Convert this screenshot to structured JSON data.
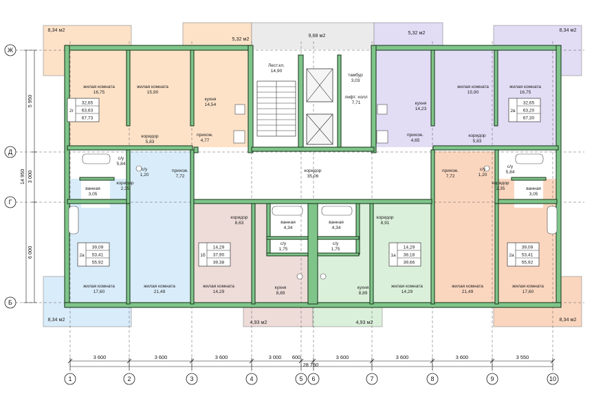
{
  "axes": {
    "letters": [
      "Ж",
      "Д",
      "Г",
      "Б"
    ],
    "numbers": [
      "1",
      "2",
      "3",
      "4",
      "5",
      "6",
      "7",
      "8",
      "9",
      "10"
    ]
  },
  "dimensions": {
    "bottom": [
      "3 600",
      "3 600",
      "3 600",
      "3 000",
      "600",
      "3 600",
      "3 600",
      "3 600",
      "3 550"
    ],
    "total": "28 750",
    "left": [
      "5 950",
      "3 000",
      "6 000"
    ],
    "left_total": "14 950"
  },
  "balconies": {
    "tl": "8,34 м2",
    "tm": "5,32 м2",
    "top_center": "9,68 м2",
    "tr_m": "5,32 м2",
    "tr": "8,34 м2",
    "bl": "8,34 м2",
    "bc1": "4,93 м2",
    "bc2": "4,93 м2",
    "br": "8,34 м2"
  },
  "rooms": [
    {
      "name": "жилая комната",
      "area": "16,75",
      "n": "r1"
    },
    {
      "name": "жилая комната",
      "area": "15,90",
      "n": "r2"
    },
    {
      "name": "кухня",
      "area": "14,54",
      "n": "r3"
    },
    {
      "name": "Лест.кл.",
      "area": "14,90",
      "n": "r4"
    },
    {
      "name": "тамбур",
      "area": "3,03",
      "n": "r5"
    },
    {
      "name": "лифт. холл",
      "area": "7,71",
      "n": "r6"
    },
    {
      "name": "кухня",
      "area": "14,23",
      "n": "r7"
    },
    {
      "name": "жилая комната",
      "area": "15,90",
      "n": "r8"
    },
    {
      "name": "жилая комната",
      "area": "16,75",
      "n": "r9"
    },
    {
      "name": "коридор",
      "area": "5,83",
      "n": "r10"
    },
    {
      "name": "прихож.",
      "area": "4,77",
      "n": "r11"
    },
    {
      "name": "прихож.",
      "area": "4,65",
      "n": "r12"
    },
    {
      "name": "коридор",
      "area": "5,83",
      "n": "r13"
    },
    {
      "name": "с/у",
      "area": "5,84",
      "n": "r14"
    },
    {
      "name": "с/у",
      "area": "1,20",
      "n": "r15"
    },
    {
      "name": "прихож.",
      "area": "7,72",
      "n": "r16"
    },
    {
      "name": "коридор",
      "area": "35,06",
      "n": "r17"
    },
    {
      "name": "прихож.",
      "area": "7,72",
      "n": "r18"
    },
    {
      "name": "с/у",
      "area": "1,20",
      "n": "r19"
    },
    {
      "name": "с/у",
      "area": "5,84",
      "n": "r20"
    },
    {
      "name": "ванная",
      "area": "3,05",
      "n": "r21"
    },
    {
      "name": "коридор",
      "area": "2,35",
      "n": "r22"
    },
    {
      "name": "коридор",
      "area": "2,35",
      "n": "r23"
    },
    {
      "name": "ванная",
      "area": "3,05",
      "n": "r24"
    },
    {
      "name": "коридор",
      "area": "8,63",
      "n": "r25"
    },
    {
      "name": "ванная",
      "area": "4,34",
      "n": "r26"
    },
    {
      "name": "ванная",
      "area": "4,34",
      "n": "r27"
    },
    {
      "name": "коридор",
      "area": "8,91",
      "n": "r28"
    },
    {
      "name": "с/у",
      "area": "1,75",
      "n": "r29"
    },
    {
      "name": "с/у",
      "area": "1,75",
      "n": "r30"
    },
    {
      "name": "жилая комната",
      "area": "17,60",
      "n": "r31"
    },
    {
      "name": "жилая комната",
      "area": "21,49",
      "n": "r32"
    },
    {
      "name": "жилая комната",
      "area": "14,29",
      "n": "r33"
    },
    {
      "name": "кухня",
      "area": "8,89",
      "n": "r34"
    },
    {
      "name": "кухня",
      "area": "8,89",
      "n": "r35"
    },
    {
      "name": "жилая комната",
      "area": "14,29",
      "n": "r36"
    },
    {
      "name": "жилая комната",
      "area": "21,49",
      "n": "r37"
    },
    {
      "name": "жилая комната",
      "area": "17,60",
      "n": "r38"
    }
  ],
  "apartments": [
    {
      "type": "2г",
      "living": "32,65",
      "total": "63,63",
      "full": "67,73"
    },
    {
      "type": "2в",
      "living": "32,65",
      "total": "63,20",
      "full": "67,30"
    },
    {
      "type": "2а",
      "living": "39,09",
      "total": "53,41",
      "full": "55,92"
    },
    {
      "type": "1б",
      "living": "14,29",
      "total": "37,90",
      "full": "39,38"
    },
    {
      "type": "1а",
      "living": "14,29",
      "total": "38,18",
      "full": "39,66"
    },
    {
      "type": "2а",
      "living": "39,09",
      "total": "53,41",
      "full": "55,92"
    }
  ],
  "colors": {
    "wall": "#7fc58a",
    "orange": "#fde2c8",
    "peach": "#fbd6bf",
    "purple": "#e2dcf5",
    "blue": "#d9ecfa",
    "pink": "#eedcd9",
    "green": "#dbf0db",
    "grey": "#ebebeb"
  }
}
